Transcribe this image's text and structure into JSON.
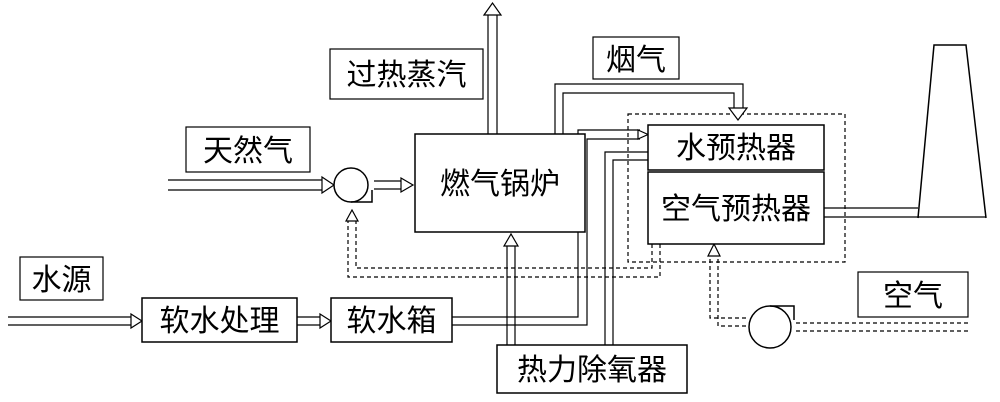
{
  "labels": {
    "natural_gas": "天然气",
    "superheated_steam": "过热蒸汽",
    "flue_gas": "烟气",
    "water_source": "水源",
    "air": "空气"
  },
  "units": {
    "gas_boiler": "燃气锅炉",
    "water_preheater": "水预热器",
    "air_preheater": "空气预热器",
    "softening": "软水处理",
    "soft_tank": "软水箱",
    "deaerator": "热力除氧器"
  }
}
